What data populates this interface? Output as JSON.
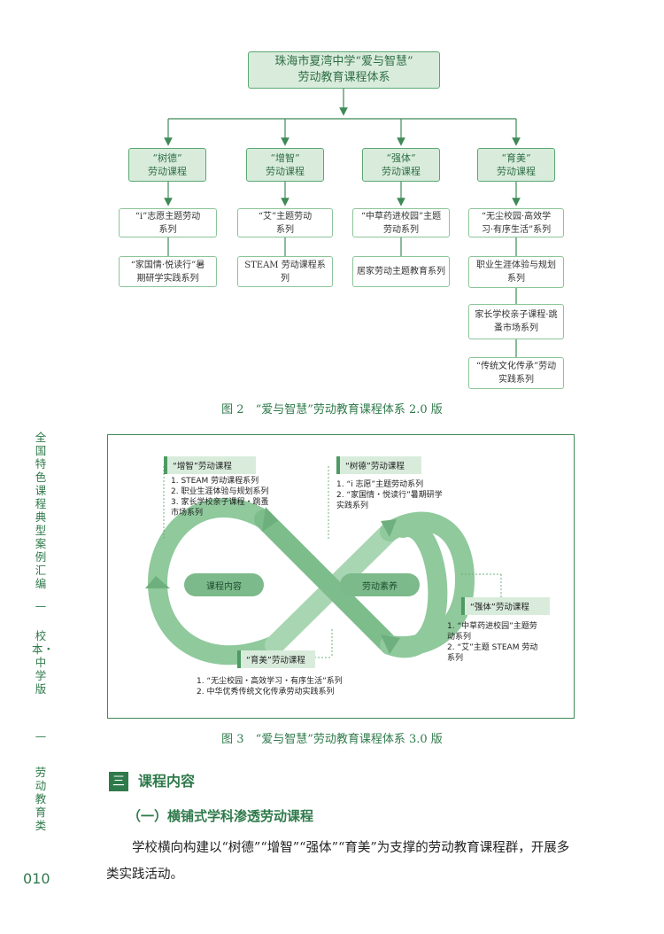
{
  "figure2": {
    "top_box": "珠海市夏湾中学“爱与智慧”\n劳动教育课程体系",
    "columns": [
      {
        "header": "“树德”\n劳动课程",
        "items": [
          "“i”志愿主题劳动\n系列",
          "“家国情·悦读行”暑\n期研学实践系列"
        ]
      },
      {
        "header": "“增智”\n劳动课程",
        "items": [
          "“艾”主题劳动\n系列",
          "STEAM 劳动课程系列"
        ]
      },
      {
        "header": "“强体”\n劳动课程",
        "items": [
          "“中草药进校园”主题\n劳动系列",
          "居家劳动主题教育系列"
        ]
      },
      {
        "header": "“育美”\n劳动课程",
        "items": [
          "“无尘校园·高效学\n习·有序生活”系列",
          "职业生涯体验与规划\n系列",
          "家长学校亲子课程·跳\n蚤市场系列",
          "“传统文化传承”劳动\n实践系列"
        ]
      }
    ],
    "caption": "图 2　“爱与智慧”劳动教育课程体系 2.0 版"
  },
  "figure3": {
    "center_left": "课程内容",
    "center_right": "劳动素养",
    "groups": [
      {
        "tag": "“增智”劳动课程",
        "items": "1. STEAM 劳动课程系列\n2. 职业生涯体验与规划系列\n3. 家长学校亲子课程・跳蚤\n市场系列"
      },
      {
        "tag": "“树德”劳动课程",
        "items": "1. “i 志愿”主题劳动系列\n2. “家国情・悦读行”暑期研学\n实践系列"
      },
      {
        "tag": "“强体”劳动课程",
        "items": "1. “中草药进校园”主题劳\n动系列\n2. “艾”主题 STEAM 劳动\n系列"
      },
      {
        "tag": "“育美”劳动课程",
        "items": "1. “无尘校园・高效学习・有序生活”系列\n2. 中华优秀传统文化传承劳动实践系列"
      }
    ],
    "caption": "图 3　“爱与智慧”劳动教育课程体系 3.0 版"
  },
  "sidebar": {
    "series": "全国特色课程典型案例汇编",
    "dash1": "—",
    "edition": "校本・中学版",
    "dash2": "—",
    "category": "劳动教育类",
    "page_number": "010"
  },
  "section": {
    "number": "三",
    "title": "课程内容",
    "subtitle": "（一）横铺式学科渗透劳动课程",
    "paragraph": "学校横向构建以“树德”“增智”“强体”“育美”为支撑的劳动教育课程群，开展多类实践活动。"
  },
  "colors": {
    "green": "#2f7a4b",
    "light_green": "#d9ecdc",
    "border_green": "#5aa872"
  }
}
